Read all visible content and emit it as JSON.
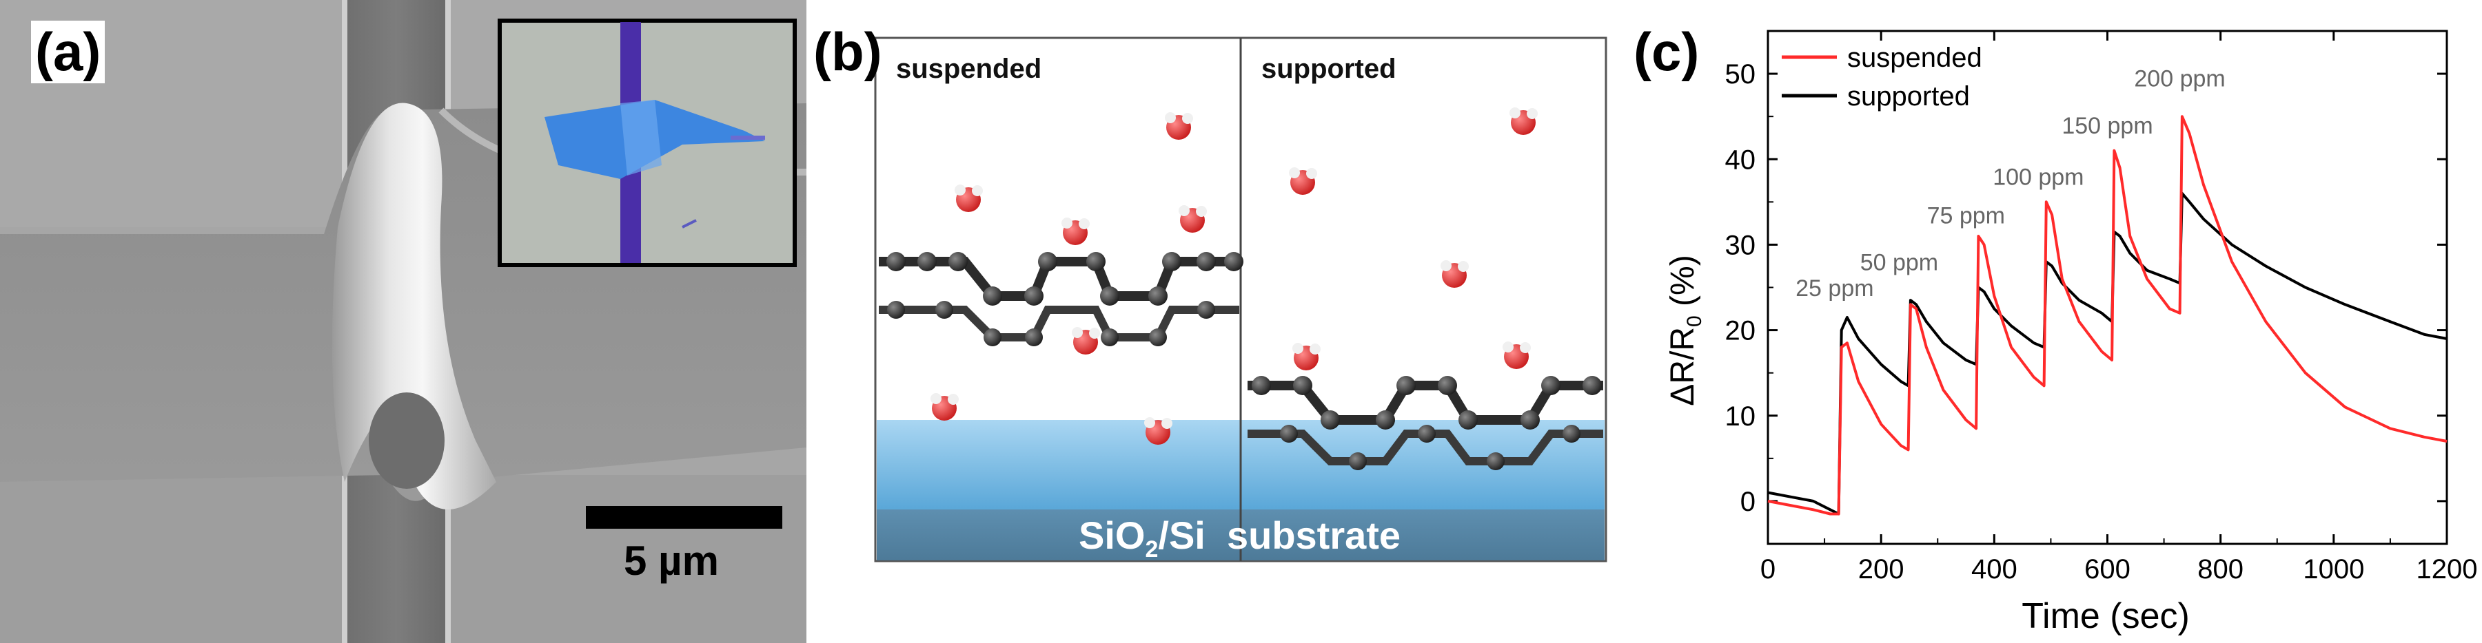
{
  "panels": {
    "a": {
      "letter": "(a)",
      "scalebar_label": "5 µm"
    },
    "b": {
      "letter": "(b)",
      "left_label": "suspended",
      "right_label": "supported",
      "substrate_label_main": "SiO",
      "substrate_label_sub": "2",
      "substrate_label_rest": "/Si  substrate"
    },
    "c": {
      "letter": "(c)"
    }
  },
  "chart_data": {
    "type": "line",
    "xlabel": "Time (sec)",
    "ylabel_main": "ΔR/R",
    "ylabel_sub": "0",
    "ylabel_unit": " (%)",
    "xlim": [
      0,
      1200
    ],
    "ylim": [
      -5,
      55
    ],
    "xticks": [
      "0",
      "200",
      "400",
      "600",
      "800",
      "1000",
      "1200"
    ],
    "yticks": [
      "0",
      "10",
      "20",
      "30",
      "40",
      "50"
    ],
    "legend_position": "top-left",
    "series": [
      {
        "name": "suspended",
        "color": "#ff2a2a",
        "x": [
          0,
          40,
          80,
          110,
          125,
          130,
          140,
          160,
          200,
          235,
          248,
          252,
          262,
          280,
          310,
          350,
          368,
          372,
          382,
          400,
          430,
          470,
          488,
          492,
          502,
          520,
          550,
          590,
          608,
          612,
          622,
          640,
          670,
          710,
          728,
          732,
          745,
          770,
          820,
          880,
          950,
          1020,
          1100,
          1160,
          1200
        ],
        "y": [
          0,
          -0.5,
          -1,
          -1.5,
          -1.5,
          18,
          18.5,
          14,
          9,
          6.5,
          6,
          23,
          22.5,
          18,
          13,
          9.5,
          8.5,
          31,
          30,
          24,
          18,
          14.5,
          13.5,
          35,
          33.5,
          26,
          21,
          17.5,
          16.5,
          41,
          39,
          31,
          26,
          22.5,
          22,
          45,
          43,
          37,
          28,
          21,
          15,
          11,
          8.5,
          7.5,
          7
        ]
      },
      {
        "name": "supported",
        "color": "#000000",
        "x": [
          0,
          40,
          80,
          110,
          125,
          130,
          140,
          160,
          200,
          235,
          248,
          252,
          262,
          280,
          310,
          350,
          368,
          372,
          382,
          400,
          430,
          470,
          488,
          492,
          502,
          520,
          550,
          590,
          608,
          612,
          622,
          640,
          670,
          710,
          728,
          732,
          745,
          770,
          820,
          880,
          950,
          1020,
          1100,
          1160,
          1200
        ],
        "y": [
          1,
          0.5,
          0,
          -1,
          -1.5,
          20,
          21.5,
          19,
          16,
          14,
          13.5,
          23.5,
          23,
          21,
          18.5,
          16.5,
          16,
          25,
          24.5,
          22.5,
          20.5,
          18.5,
          18,
          28,
          27.5,
          25.5,
          23.5,
          22,
          21,
          31.5,
          31,
          29,
          27,
          26,
          25.5,
          36,
          35,
          33,
          30,
          27.5,
          25,
          23,
          21,
          19.5,
          19
        ]
      }
    ],
    "annotations": [
      {
        "text": "25 ppm",
        "x": 118,
        "y": 24
      },
      {
        "text": "50 ppm",
        "x": 232,
        "y": 27
      },
      {
        "text": "75 ppm",
        "x": 350,
        "y": 32.5
      },
      {
        "text": "100 ppm",
        "x": 478,
        "y": 37
      },
      {
        "text": "150 ppm",
        "x": 600,
        "y": 43
      },
      {
        "text": "200 ppm",
        "x": 728,
        "y": 48.5
      }
    ]
  }
}
